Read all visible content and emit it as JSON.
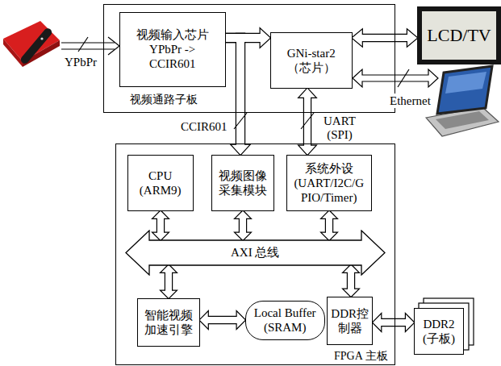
{
  "diagram": {
    "nodes": [
      {
        "text": [
          "视频通路子板"
        ]
      },
      {
        "text": [
          "视频输入芯片 YPbPr -> CCIR601"
        ],
        "in": 0
      },
      {
        "text": [
          "GNi-star2 （芯片）"
        ],
        "in": 0
      },
      {
        "text": [
          "LCD/TV"
        ]
      },
      {
        "text": [
          "FPGA 主板"
        ]
      },
      {
        "text": [
          "CPU (ARM9)"
        ],
        "in": 4
      },
      {
        "text": [
          "视频图像采集模块"
        ],
        "in": 4
      },
      {
        "text": [
          "系统外设 (UART/I2C/GPIO/Timer)"
        ],
        "in": 4
      },
      {
        "text": [
          "AXI 总线"
        ],
        "in": 4
      },
      {
        "text": [
          "智能视频加速引擎"
        ],
        "in": 4
      },
      {
        "text": [
          "Local Buffer (SRAM)"
        ],
        "in": 4
      },
      {
        "text": [
          "DDR控制器"
        ],
        "in": 4
      },
      {
        "text": [
          "DDR2 (子板)"
        ]
      }
    ],
    "edges": [
      {
        "from": 1,
        "to": 2,
        "arrow": "to"
      },
      {
        "from": 1,
        "to": 6,
        "label": "CCIR601",
        "arrow": "to"
      },
      {
        "from": 2,
        "to": 7,
        "label": "UART (SPI)",
        "arrow": "both"
      },
      {
        "from": 2,
        "to": 3,
        "arrow": "both"
      },
      {
        "from": 5,
        "to": 8,
        "arrow": "both"
      },
      {
        "from": 6,
        "to": 8,
        "arrow": "both"
      },
      {
        "from": 7,
        "to": 8,
        "arrow": "both"
      },
      {
        "from": 8,
        "to": 9,
        "arrow": "both"
      },
      {
        "from": 8,
        "to": 11,
        "arrow": "both"
      },
      {
        "from": 9,
        "to": 10,
        "arrow": "both"
      },
      {
        "from": 11,
        "to": 12,
        "arrow": "both"
      }
    ],
    "labels": [
      "YPbPr",
      "Ethernet"
    ]
  }
}
